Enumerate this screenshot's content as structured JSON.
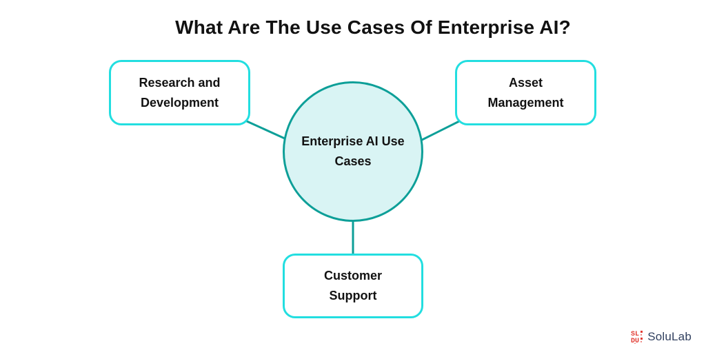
{
  "title": "What Are The Use Cases Of Enterprise AI?",
  "diagram": {
    "center": {
      "id": "enterprise-ai-use-cases",
      "lines": [
        "Enterprise AI Use",
        "Cases"
      ]
    },
    "nodes": [
      {
        "id": "research-development",
        "lines": [
          "Research and",
          "Development"
        ]
      },
      {
        "id": "asset-management",
        "lines": [
          "Asset",
          "Management"
        ]
      },
      {
        "id": "customer-support",
        "lines": [
          "Customer",
          "Support"
        ]
      }
    ]
  },
  "colors": {
    "box_border": "#22dee0",
    "connector": "#0d9f98",
    "circle_fill": "#d9f4f4",
    "circle_border": "#0d9f98",
    "title_text": "#111111",
    "node_text": "#121212",
    "logo_text": "#31405f",
    "logo_mark": "#e23b33"
  },
  "logo": {
    "text": "SoluLab",
    "icon": "solulab-pixel-mark-icon"
  }
}
